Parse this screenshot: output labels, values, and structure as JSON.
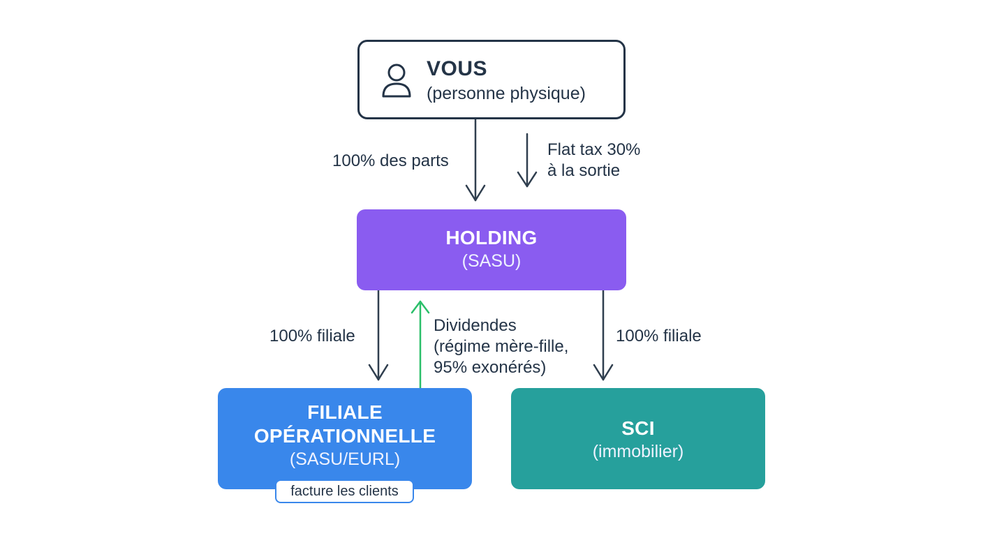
{
  "nodes": {
    "vous": {
      "title": "VOUS",
      "subtitle": "(personne physique)",
      "icon": "person-icon"
    },
    "holding": {
      "title": "HOLDING",
      "subtitle": "(SASU)",
      "color": "#8a5cf0"
    },
    "filiale": {
      "title_line1": "FILIALE",
      "title_line2": "OPÉRATIONNELLE",
      "subtitle": "(SASU/EURL)",
      "tag": "facture les clients",
      "color": "#3987eb"
    },
    "sci": {
      "title": "SCI",
      "subtitle": "(immobilier)",
      "color": "#26a09c"
    }
  },
  "edges": {
    "vous_to_holding": {
      "label": "100% des parts"
    },
    "flat_tax": {
      "label_line1": "Flat tax 30%",
      "label_line2": "à la sortie"
    },
    "holding_to_filiale": {
      "label": "100% filiale"
    },
    "dividendes": {
      "label_line1": "Dividendes",
      "label_line2": "(régime mère-fille,",
      "label_line3": "95% exonérés)",
      "color": "#2bbf6a"
    },
    "holding_to_sci": {
      "label": "100% filiale"
    }
  },
  "colors": {
    "dark": "#243447",
    "arrow_dark": "#2f3e4e",
    "arrow_green": "#2bbf6a"
  }
}
